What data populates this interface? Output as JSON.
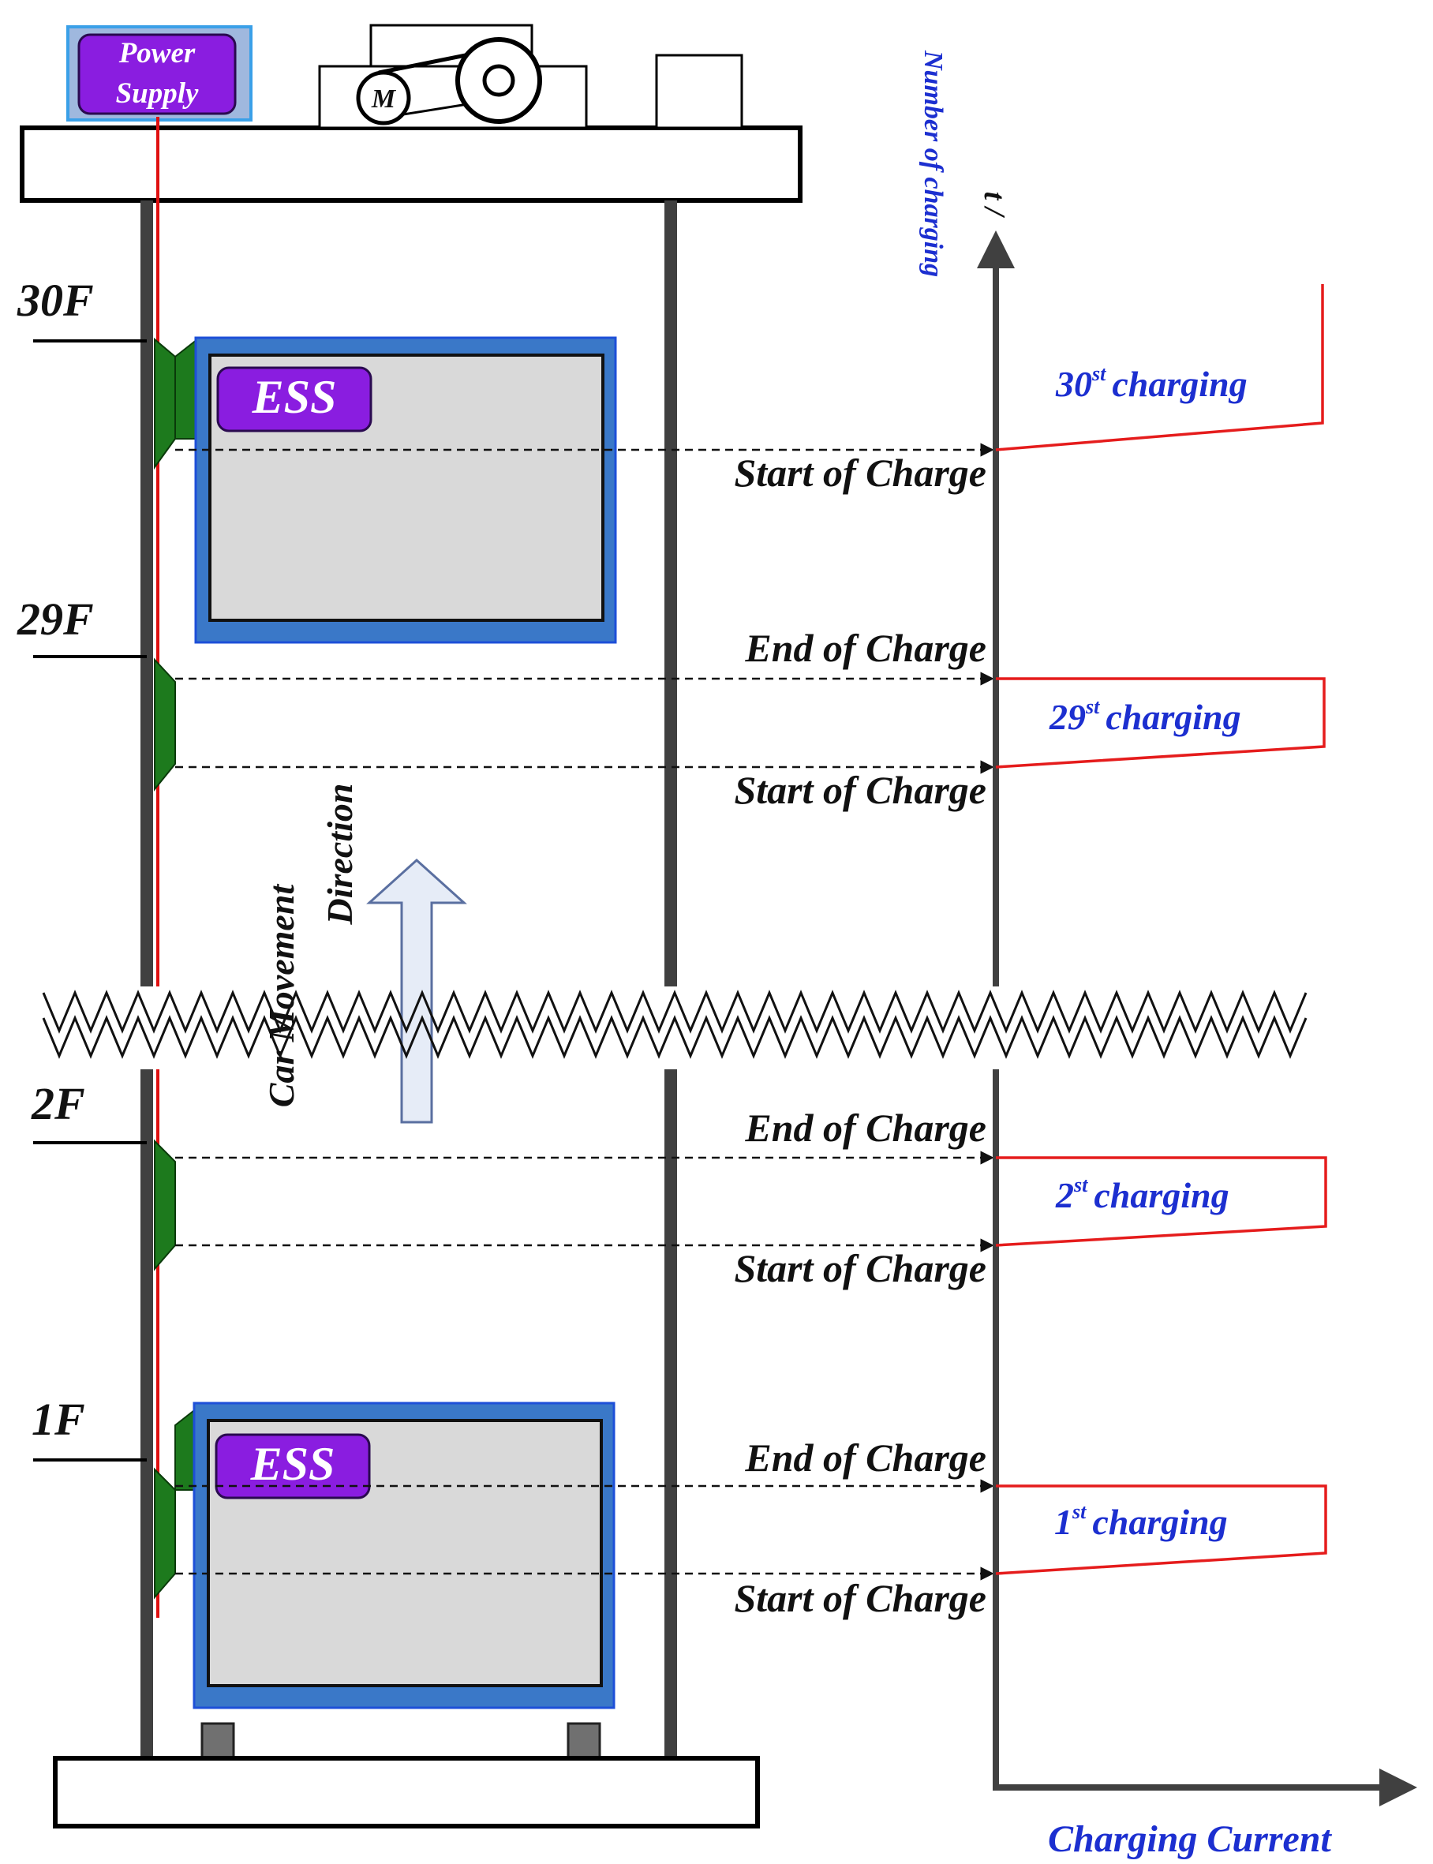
{
  "colors": {
    "accent_blue": "#1c2fd0",
    "power_line": "#e01010",
    "charge_curve": "#e51c1c",
    "shoe_green": "#1d7a1d",
    "ess_purple": "#8a1de0",
    "car_frame": "#3a78c8",
    "car_fill": "#d9d9d9",
    "rail": "#404040"
  },
  "labels": {
    "power_supply_line1": "Power",
    "power_supply_line2": "Supply",
    "motor": "M",
    "ess": "ESS",
    "floors": [
      "30F",
      "29F",
      "2F",
      "1F"
    ],
    "start_of_charge": "Start of Charge",
    "end_of_charge": "End of Charge",
    "direction_line1": "Car Movement",
    "direction_line2": "Direction",
    "y_axis_line1": "t /",
    "y_axis_line2": "Number of charging",
    "x_axis": "Charging Current"
  },
  "chargings": [
    {
      "num": "30",
      "sup": "st",
      "text": "charging"
    },
    {
      "num": "29",
      "sup": "st",
      "text": "charging"
    },
    {
      "num": "2",
      "sup": "st",
      "text": "charging"
    },
    {
      "num": "1",
      "sup": "st",
      "text": "charging"
    }
  ]
}
